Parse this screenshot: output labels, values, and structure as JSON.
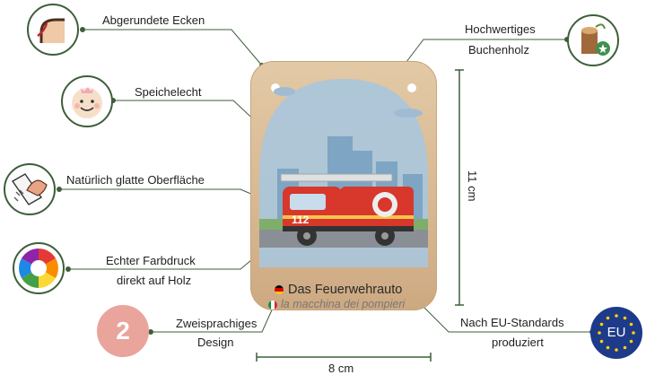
{
  "features": [
    {
      "label": "Abgerundete Ecken",
      "icon": "rounded-corner-icon"
    },
    {
      "label": "Speichelecht",
      "icon": "baby-face-icon"
    },
    {
      "label": "Natürlich glatte Oberfläche",
      "icon": "hand-wiping-icon"
    },
    {
      "label_line1": "Echter Farbdruck",
      "label_line2": "direkt auf Holz",
      "icon": "color-wheel-icon"
    },
    {
      "label_line1": "Zweisprachiges",
      "label_line2": "Design",
      "badge": "2",
      "icon": "two-languages-badge"
    },
    {
      "label_line1": "Hochwertiges",
      "label_line2": "Buchenholz",
      "icon": "wood-stump-icon"
    },
    {
      "label_line1": "Nach EU-Standards",
      "label_line2": "produziert",
      "badge": "EU",
      "icon": "eu-flag-icon"
    }
  ],
  "card": {
    "truck_number": "112",
    "title_de": "Das Feuerwehrauto",
    "title_it": "la macchina dei pompieri"
  },
  "dimensions": {
    "height": "11 cm",
    "width": "8 cm"
  },
  "colors": {
    "accent_green": "#3e5e3b",
    "badge_pink": "#e9a49c",
    "eu_blue": "#1e3a8a",
    "truck_red": "#d8372c"
  }
}
